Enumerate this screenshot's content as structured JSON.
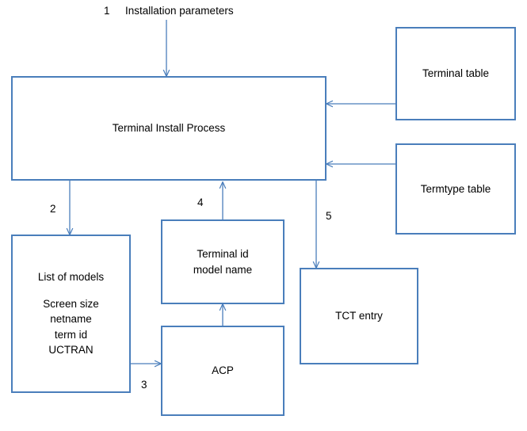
{
  "diagram": {
    "title_label": "Installation parameters",
    "boxes": [
      {
        "id": "terminal-install-process",
        "lines": [
          "Terminal Install Process"
        ]
      },
      {
        "id": "terminal-table",
        "lines": [
          "Terminal table"
        ]
      },
      {
        "id": "termtype-table",
        "lines": [
          "Termtype table"
        ]
      },
      {
        "id": "list-of-models",
        "lines": [
          "List of models",
          "Screen size",
          "netname",
          "term id",
          "UCTRAN"
        ]
      },
      {
        "id": "terminal-id-model-name",
        "lines": [
          "Terminal id",
          "model name"
        ]
      },
      {
        "id": "acp",
        "lines": [
          "ACP"
        ]
      },
      {
        "id": "tct-entry",
        "lines": [
          "TCT entry"
        ]
      }
    ],
    "step_numbers": {
      "one": "1",
      "two": "2",
      "three": "3",
      "four": "4",
      "five": "5"
    },
    "colors": {
      "box_border": "#4a7ebb",
      "arrow": "#4a7ebb",
      "text": "#000000",
      "background": "#ffffff"
    }
  }
}
